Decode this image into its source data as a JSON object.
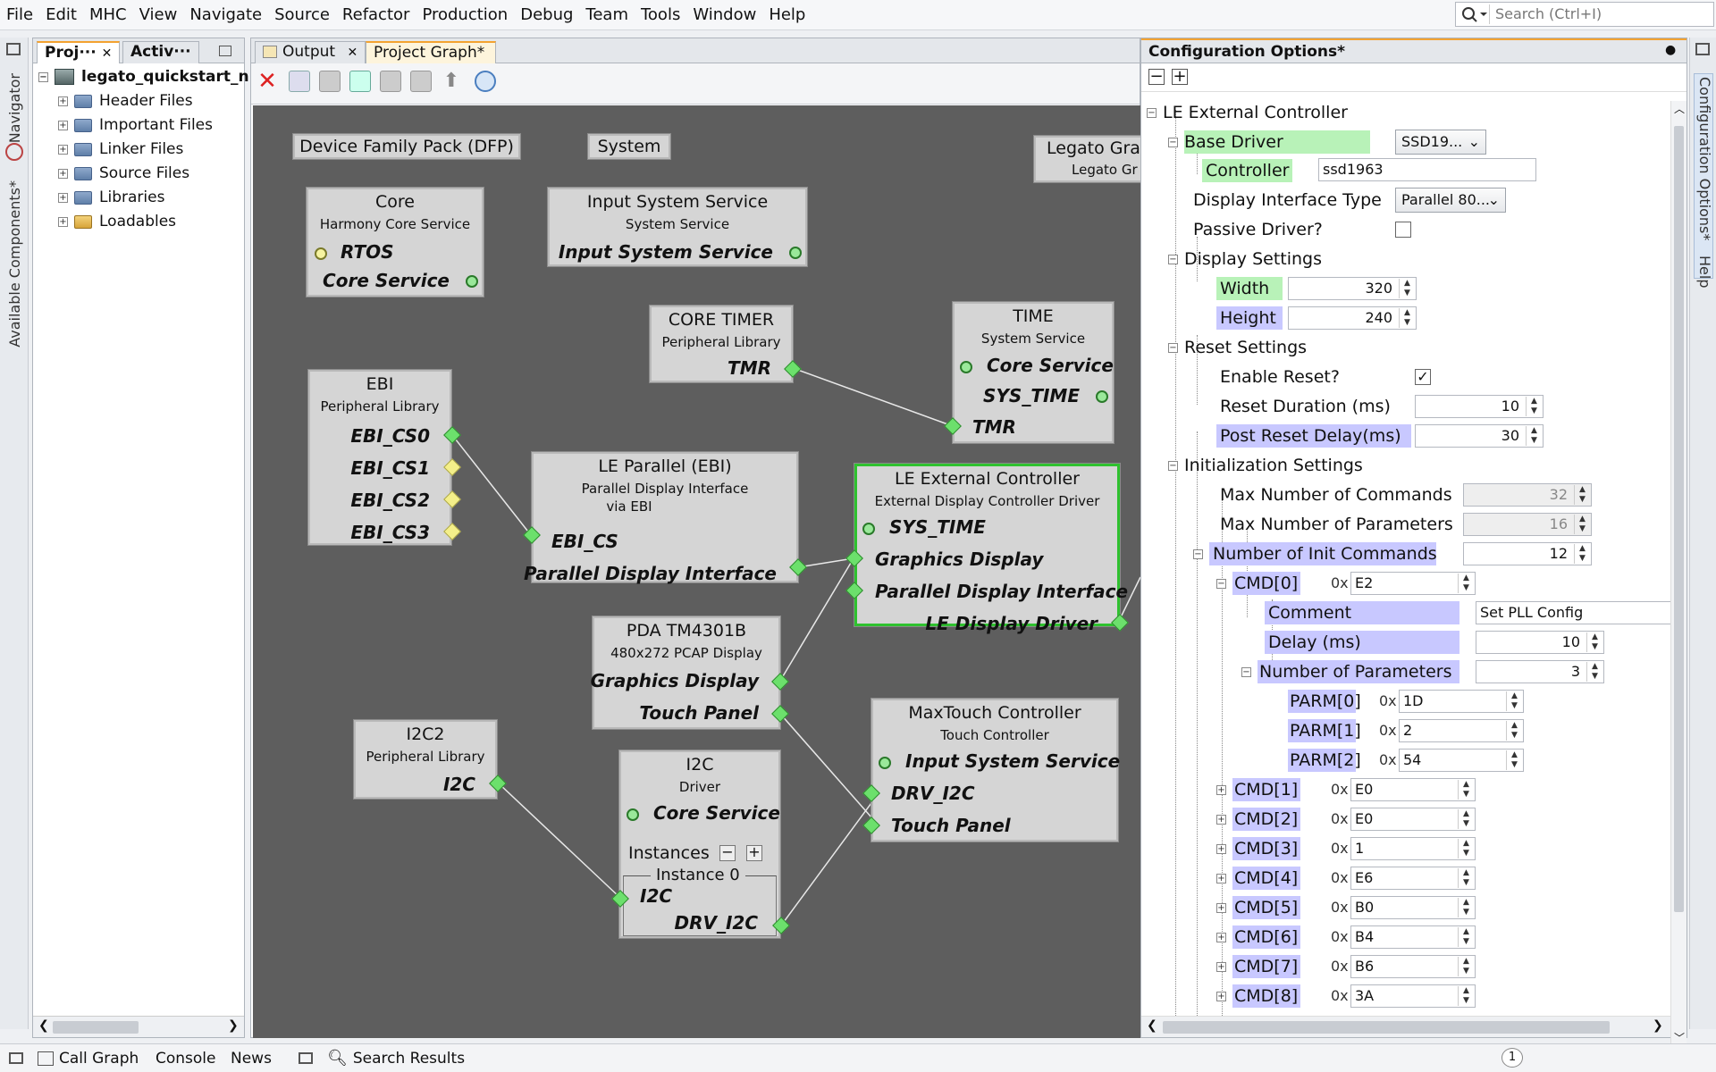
{
  "menu": [
    "File",
    "Edit",
    "MHC",
    "View",
    "Navigate",
    "Source",
    "Refactor",
    "Production",
    "Debug",
    "Team",
    "Tools",
    "Window",
    "Help"
  ],
  "search": {
    "placeholder": "Search (Ctrl+I)"
  },
  "left_strip": {
    "navigator": "Navigator",
    "available": "Available Components*"
  },
  "right_strip": {
    "config": "Configuration Options*",
    "help": "Help"
  },
  "project_panel": {
    "tabs": [
      "Proj···",
      "Activ···"
    ],
    "root": "legato_quickstart_n",
    "items": [
      "Header Files",
      "Important Files",
      "Linker Files",
      "Source Files",
      "Libraries",
      "Loadables"
    ]
  },
  "graph_panel": {
    "tabs": [
      "Output",
      "Project Graph*"
    ],
    "groups": {
      "dfp": "Device Family Pack (DFP)",
      "system": "System",
      "legato": "Legato Grap",
      "legato_sub": "Legato Gr"
    },
    "nodes": {
      "core": {
        "title": "Core",
        "sub": "Harmony Core Service",
        "p1": "RTOS",
        "p2": "Core Service"
      },
      "input": {
        "title": "Input System Service",
        "sub": "System Service",
        "p1": "Input System Service"
      },
      "coretimer": {
        "title": "CORE TIMER",
        "sub": "Peripheral Library",
        "p1": "TMR"
      },
      "time": {
        "title": "TIME",
        "sub": "System Service",
        "p1": "Core Service",
        "p2": "SYS_TIME",
        "p3": "TMR"
      },
      "ebi": {
        "title": "EBI",
        "sub": "Peripheral Library",
        "p1": "EBI_CS0",
        "p2": "EBI_CS1",
        "p3": "EBI_CS2",
        "p4": "EBI_CS3"
      },
      "leparallel": {
        "title": "LE Parallel (EBI)",
        "sub1": "Parallel Display Interface",
        "sub2": "via EBI",
        "p1": "EBI_CS",
        "p2": "Parallel Display Interface"
      },
      "leext": {
        "title": "LE External Controller",
        "sub": "External Display Controller Driver",
        "p1": "SYS_TIME",
        "p2": "Graphics Display",
        "p3": "Parallel Display Interface",
        "p4": "LE Display Driver"
      },
      "pda": {
        "title": "PDA TM4301B",
        "sub": "480x272 PCAP Display",
        "p1": "Graphics Display",
        "p2": "Touch Panel"
      },
      "maxtouch": {
        "title": "MaxTouch Controller",
        "sub": "Touch Controller",
        "p1": "Input System Service",
        "p2": "DRV_I2C",
        "p3": "Touch Panel"
      },
      "i2c2": {
        "title": "I2C2",
        "sub": "Peripheral Library",
        "p1": "I2C"
      },
      "i2c": {
        "title": "I2C",
        "sub": "Driver",
        "p1": "Core Service",
        "instances": "Instances",
        "instance0": "Instance 0",
        "p2": "I2C",
        "p3": "DRV_I2C"
      }
    }
  },
  "config_panel": {
    "title": "Configuration Options*",
    "root": "LE External Controller",
    "base_driver": "Base Driver",
    "base_driver_value": "SSD19...",
    "controller": "Controller",
    "controller_value": "ssd1963",
    "display_interface_type": "Display Interface Type",
    "display_interface_value": "Parallel 80...",
    "passive_driver": "Passive Driver?",
    "display_settings": "Display Settings",
    "width": "Width",
    "width_value": "320",
    "height": "Height",
    "height_value": "240",
    "reset_settings": "Reset Settings",
    "enable_reset": "Enable Reset?",
    "reset_duration": "Reset Duration (ms)",
    "reset_duration_value": "10",
    "post_reset": "Post Reset Delay(ms)",
    "post_reset_value": "30",
    "init_settings": "Initialization Settings",
    "max_cmds": "Max Number of Commands",
    "max_cmds_value": "32",
    "max_params": "Max Number of Parameters",
    "max_params_value": "16",
    "num_init": "Number of Init Commands",
    "num_init_value": "12",
    "hex_prefix": "0x",
    "cmd0": {
      "label": "CMD[0]",
      "value": "E2",
      "comment": "Comment",
      "comment_value": "Set PLL Config",
      "delay": "Delay (ms)",
      "delay_value": "10",
      "nparams": "Number of Parameters",
      "nparams_value": "3",
      "params": [
        {
          "label": "PARM[0]",
          "value": "1D"
        },
        {
          "label": "PARM[1]",
          "value": "2"
        },
        {
          "label": "PARM[2]",
          "value": "54"
        }
      ]
    },
    "cmds": [
      {
        "label": "CMD[1]",
        "value": "E0"
      },
      {
        "label": "CMD[2]",
        "value": "E0"
      },
      {
        "label": "CMD[3]",
        "value": "1"
      },
      {
        "label": "CMD[4]",
        "value": "E6"
      },
      {
        "label": "CMD[5]",
        "value": "B0"
      },
      {
        "label": "CMD[6]",
        "value": "B4"
      },
      {
        "label": "CMD[7]",
        "value": "B6"
      },
      {
        "label": "CMD[8]",
        "value": "3A"
      }
    ]
  },
  "bottom": {
    "call_graph": "Call Graph",
    "console": "Console",
    "news": "News",
    "search_results": "Search Results"
  }
}
